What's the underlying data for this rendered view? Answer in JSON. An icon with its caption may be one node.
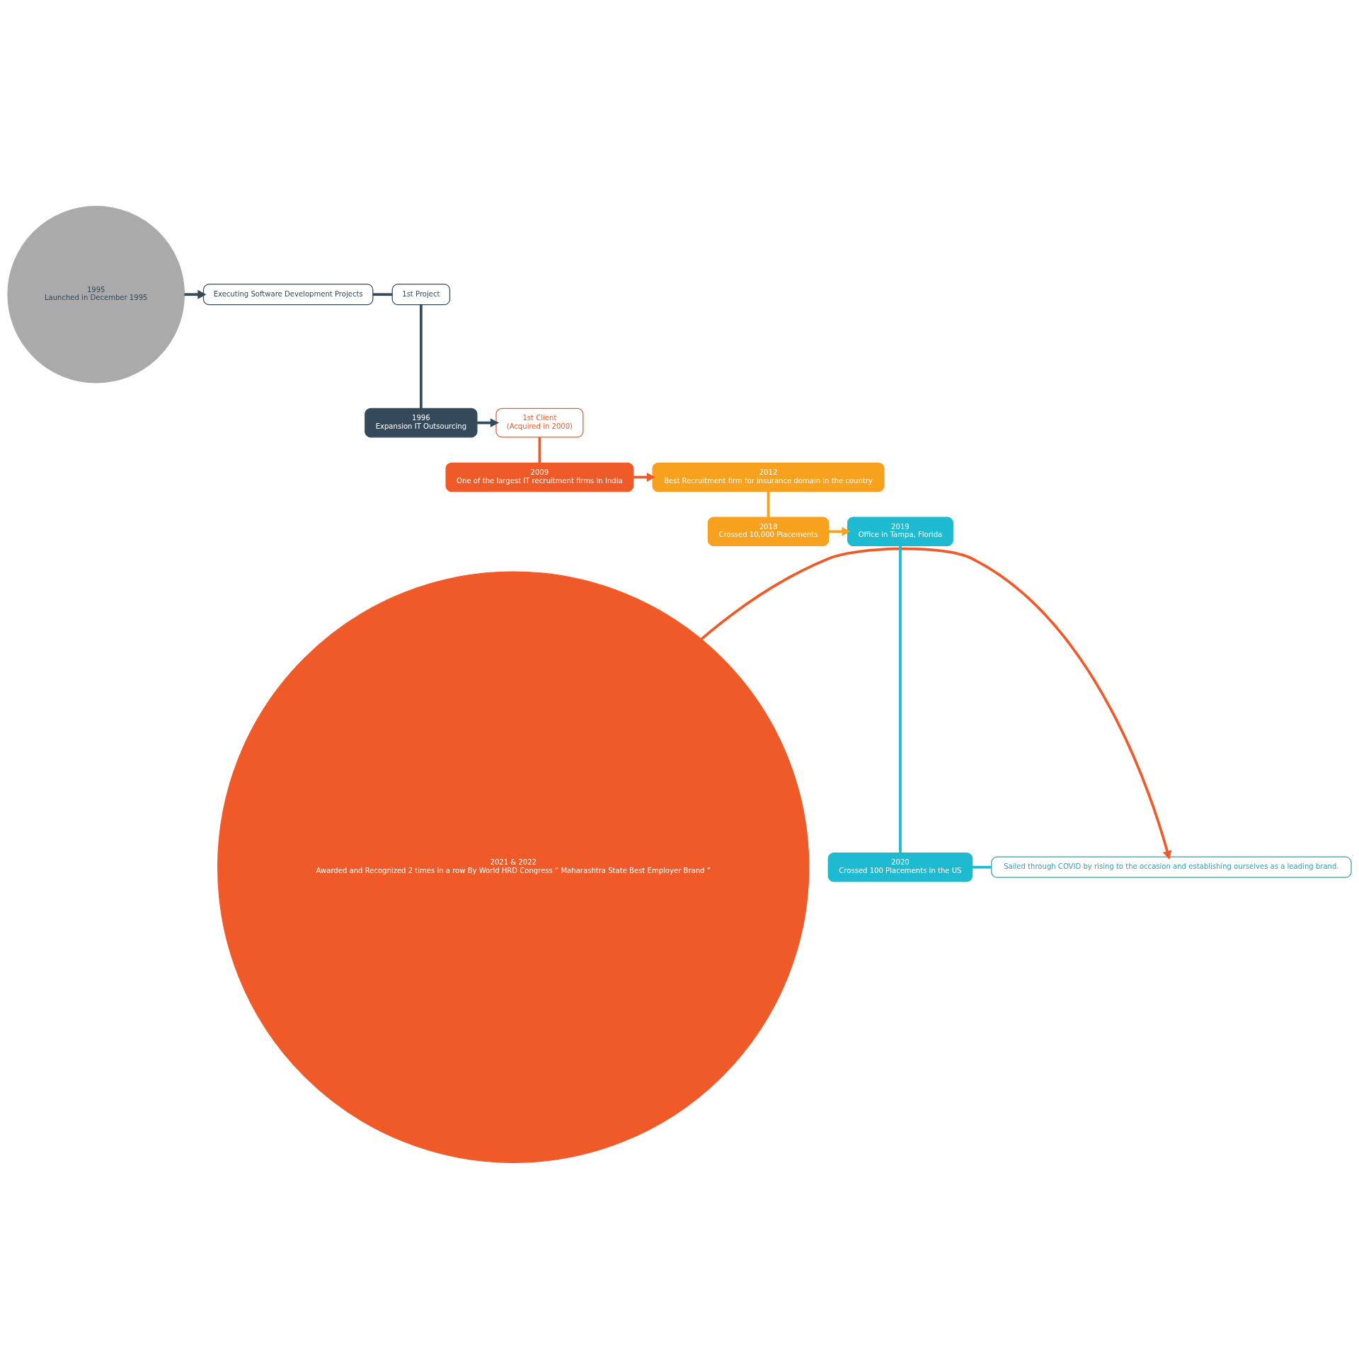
{
  "diagram": {
    "nodes": [
      {
        "text": [
          "2021 & 2022",
          "Awarded and Recognized 2 times in a row By World HRD Congress “ Maharashtra State Best Employer Brand ”"
        ]
      },
      {
        "text": [
          "2020",
          "Crossed 100 Placements in the US"
        ]
      },
      {
        "text": [
          "Sailed through COVID by rising to the occasion and establishing ourselves as a leading brand."
        ]
      },
      {
        "text": [
          "2019",
          "Office in Tampa, Florida"
        ]
      },
      {
        "text": [
          "2018",
          "Crossed 10,000 Placements"
        ]
      },
      {
        "text": [
          "2009",
          "One of the largest IT recruitment firms in India"
        ]
      },
      {
        "text": [
          "2012",
          "Best Recruitment firm for insurance domain in the country"
        ]
      },
      {
        "text": [
          "1st Client",
          "(Acquired in 2000)"
        ]
      },
      {
        "text": [
          "1996",
          "Expansion IT Outsourcing"
        ]
      },
      {
        "text": [
          "1995",
          "Launched in December 1995"
        ]
      },
      {
        "text": [
          "Executing Software Development Projects"
        ]
      },
      {
        "text": [
          "1st Project"
        ]
      }
    ],
    "edges": [
      {
        "from": 9,
        "to": 10,
        "arrow": "to",
        "color": "#34495a"
      },
      {
        "from": 10,
        "to": 11,
        "arrow": "none",
        "color": "#34495a"
      },
      {
        "from": 11,
        "to": 8,
        "arrow": "none",
        "color": "#34495a"
      },
      {
        "from": 8,
        "to": 7,
        "arrow": "to",
        "color": "#34495a"
      },
      {
        "from": 7,
        "to": 5,
        "arrow": "none",
        "color": "#f05a28"
      },
      {
        "from": 5,
        "to": 6,
        "arrow": "to",
        "color": "#f05a28"
      },
      {
        "from": 6,
        "to": 4,
        "arrow": "none",
        "color": "#f7a11e"
      },
      {
        "from": 4,
        "to": 3,
        "arrow": "to",
        "color": "#f7a11e"
      },
      {
        "from": 3,
        "to": 1,
        "arrow": "none",
        "color": "#1dbad1"
      },
      {
        "from": 1,
        "to": 2,
        "arrow": "none",
        "color": "#1dbad1"
      },
      {
        "from": 0,
        "to": 2,
        "arrow": "to",
        "color": "#f05a28"
      }
    ]
  }
}
